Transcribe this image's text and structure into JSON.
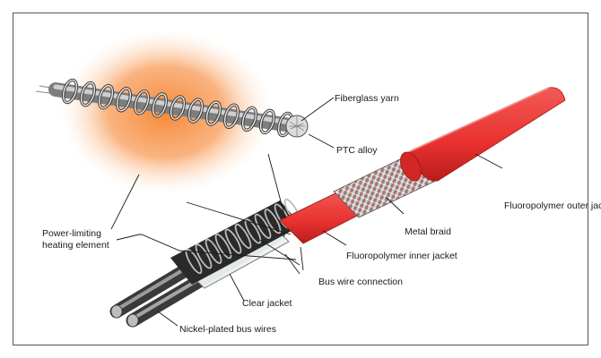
{
  "labels": {
    "fiberglass_yarn": "Fiberglass yarn",
    "ptc_alloy": "PTC alloy",
    "outer_jacket": "Fluoropolymer outer jacket",
    "metal_braid": "Metal braid",
    "inner_jacket": "Fluoropolymer inner jacket",
    "heating_element_line1": "Power-limiting",
    "heating_element_line2": "heating element",
    "bus_wire_connection": "Bus wire connection",
    "clear_jacket": "Clear jacket",
    "bus_wires": "Nickel-plated bus wires"
  },
  "colors": {
    "jacket_red": "#e8312f",
    "glow_orange": "#f5822a",
    "frame": "#555555"
  }
}
